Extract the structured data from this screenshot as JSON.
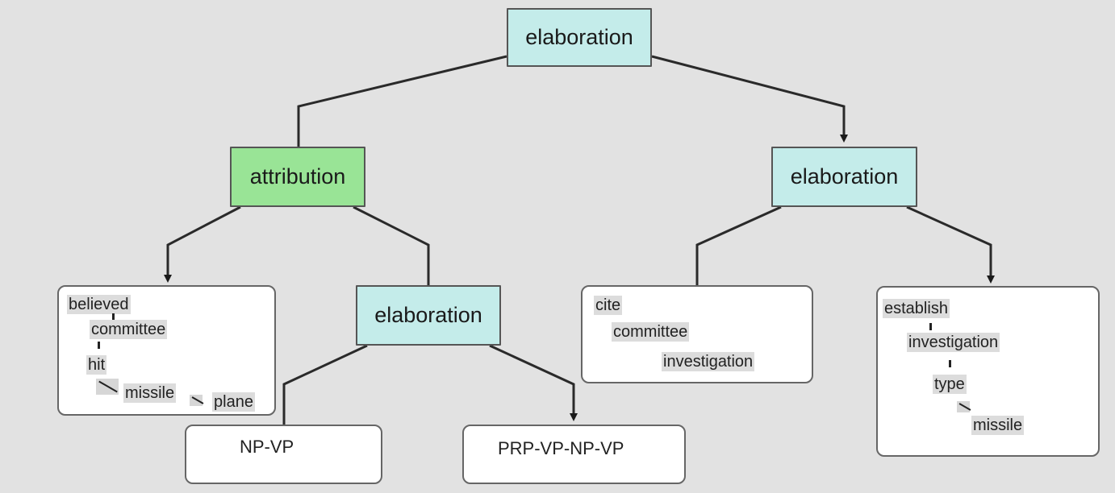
{
  "diagram": {
    "root": {
      "label": "elaboration"
    },
    "attribution": {
      "label": "attribution"
    },
    "right_elaboration": {
      "label": "elaboration"
    },
    "mid_elaboration": {
      "label": "elaboration"
    },
    "leaf_believed": {
      "words": [
        "believed",
        "committee",
        "hit",
        "missile",
        "plane"
      ]
    },
    "leaf_cite": {
      "words": [
        "cite",
        "committee",
        "investigation"
      ]
    },
    "leaf_establish": {
      "words": [
        "establish",
        "investigation",
        "type",
        "missile"
      ]
    },
    "leaf_np_vp": {
      "label": "NP-VP"
    },
    "leaf_prp": {
      "label": "PRP-VP-NP-VP"
    }
  },
  "colors": {
    "elaboration_fill": "#c4ecea",
    "attribution_fill": "#99e496",
    "edge": "#2a2a2a",
    "background": "#e2e2e2"
  }
}
